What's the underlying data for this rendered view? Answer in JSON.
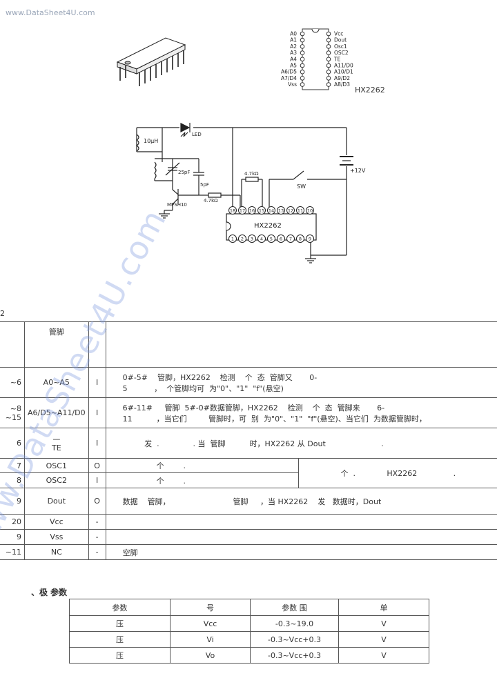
{
  "watermark_top": "www.DataSheet4U.com",
  "watermark_diag": "www.DataSheet4U.com",
  "chip": {
    "left_pins": [
      "A0",
      "A1",
      "A2",
      "A3",
      "A4",
      "A5",
      "A6/D5",
      "A7/D4",
      "Vss"
    ],
    "right_pins": [
      "Vcc",
      "Dout",
      "Osc1",
      "OSC2",
      "TE",
      "A11/D0",
      "A10/D1",
      "A9/D2",
      "A8/D3"
    ],
    "name": "HX2262"
  },
  "circuit": {
    "led": "LED",
    "inductor": "10μH",
    "cap1": "25pF",
    "cap2": "5pF",
    "transistor": "MPSH10",
    "r1": "4.7kΩ",
    "r2": "4.7kΩ",
    "switch": "SW",
    "battery": "+12V",
    "ic_label": "HX2262",
    "top_pins": [
      "18",
      "17",
      "16",
      "15",
      "14",
      "13",
      "12",
      "11",
      "10"
    ],
    "bottom_pins": [
      "1",
      "2",
      "3",
      "4",
      "5",
      "6",
      "7",
      "8",
      "9"
    ]
  },
  "section_num": "2",
  "pin_table": {
    "header": [
      "",
      "管脚",
      "",
      ""
    ],
    "rows": [
      {
        "no": "~6",
        "pin": "A0~A5",
        "io": "I",
        "desc1": "0#-5#    管脚，HX2262    检测    个  态  管脚又       0-",
        "desc2": "5           ，  个管脚均可  为\"0\"、\"1\"  \"f\"(悬空)"
      },
      {
        "no": "~8\n~15",
        "pin": "A6/D5~A11/D0",
        "io": "I",
        "desc1": "6#-11#     管脚  5#-0#数据管脚，HX2262    检测    个  态  管脚来       6-",
        "desc2": "11          ，当它们         管脚时，可  别  为\"0\"、\"1\"  \"f\"(悬空)、当它们  为数据管脚时，"
      },
      {
        "no": "6",
        "pin": "—\nTE",
        "io": "I",
        "desc1": "         发  .              . 当  管脚          时，HX2262 从 Dout                       .",
        "desc2": ""
      },
      {
        "no": "7",
        "pin": "OSC1",
        "io": "O",
        "desc1": "              个        .",
        "desc2": ""
      },
      {
        "no": "8",
        "pin": "OSC2",
        "io": "I",
        "desc1": "              个        .",
        "desc2": ""
      },
      {
        "no": "9",
        "pin": "Dout",
        "io": "O",
        "desc1": "数据    管脚，                          管脚     ，当 HX2262    发   数据时，Dout",
        "desc2": ""
      },
      {
        "no": "20",
        "pin": "Vcc",
        "io": "-",
        "desc1": "",
        "desc2": ""
      },
      {
        "no": "9",
        "pin": "Vss",
        "io": "-",
        "desc1": "",
        "desc2": ""
      },
      {
        "no": "~11",
        "pin": "NC",
        "io": "-",
        "desc1": "空脚",
        "desc2": ""
      }
    ],
    "osc_merge": "个  .             HX2262               ."
  },
  "limits_title": "、极   参数",
  "limits_table": {
    "header": [
      "参数",
      "号",
      "参数  围",
      "单"
    ],
    "rows": [
      [
        "压",
        "Vcc",
        "-0.3~19.0",
        "V"
      ],
      [
        "压",
        "Vi",
        "-0.3~Vcc+0.3",
        "V"
      ],
      [
        "压",
        "Vo",
        "-0.3~Vcc+0.3",
        "V"
      ]
    ]
  }
}
